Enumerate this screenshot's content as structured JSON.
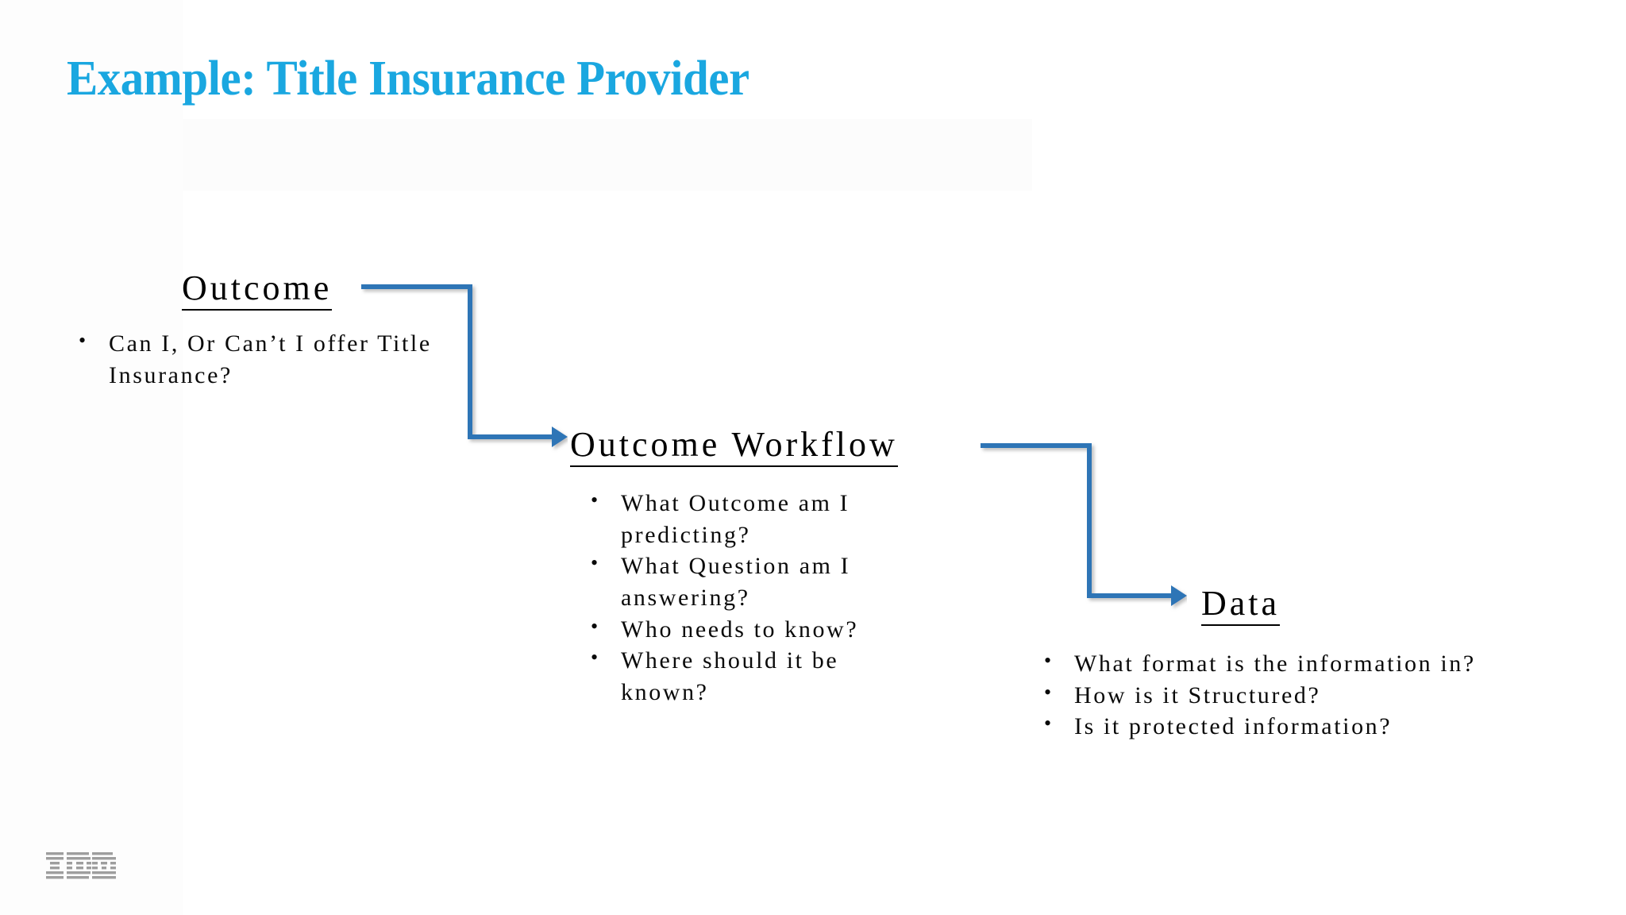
{
  "slide": {
    "title": "Example: Title Insurance Provider",
    "title_color": "#1AA7E0",
    "background_color": "#FFFFFF",
    "connector_color": "#2E75B6",
    "text_color": "#000000"
  },
  "nodes": [
    {
      "id": "outcome",
      "heading": "Outcome",
      "bullets": [
        "Can I, Or Can’t I offer Title Insurance?"
      ]
    },
    {
      "id": "workflow",
      "heading": "Outcome Workflow",
      "bullets": [
        "What Outcome am I predicting?",
        "What Question am I answering?",
        "Who needs to know?",
        "Where should it be known?"
      ]
    },
    {
      "id": "data",
      "heading": "Data",
      "bullets": [
        "What format is the information in?",
        "How is it Structured?",
        "Is it protected information?"
      ]
    }
  ],
  "connectors": [
    {
      "id": "connector-outcome-to-workflow",
      "from": "outcome",
      "to": "workflow"
    },
    {
      "id": "connector-workflow-to-data",
      "from": "workflow",
      "to": "data"
    }
  ],
  "logo": {
    "name": "IBM",
    "color": "#9E9E9E"
  }
}
